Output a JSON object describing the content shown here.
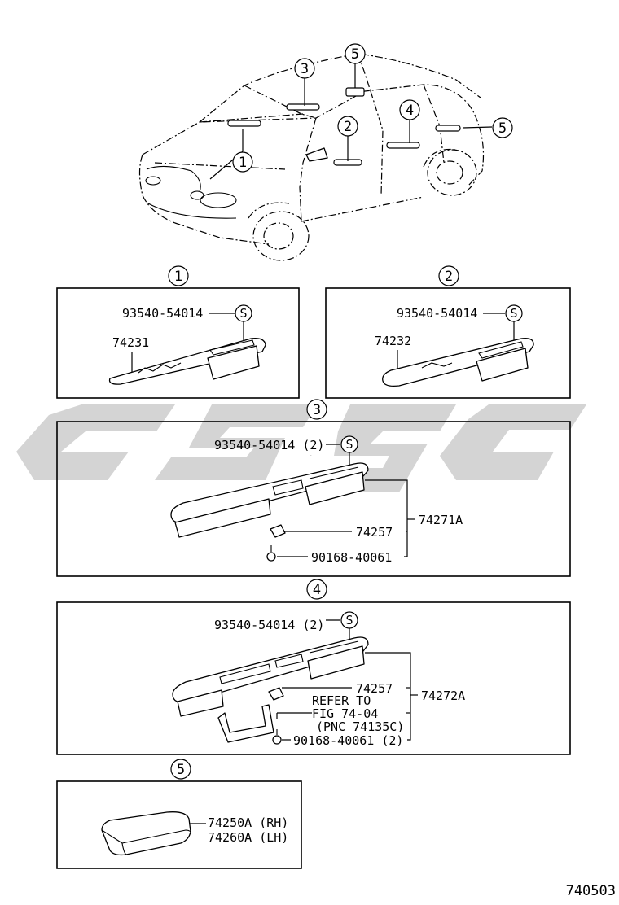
{
  "figure_number": "740503",
  "watermark": "CSPC",
  "car_callouts": [
    "1",
    "2",
    "3",
    "4",
    "5",
    "5"
  ],
  "panels": [
    {
      "id": "1",
      "parts": [
        {
          "part_no": "93540-54014",
          "symbol": "S"
        },
        {
          "part_no": "74231"
        }
      ]
    },
    {
      "id": "2",
      "parts": [
        {
          "part_no": "93540-54014",
          "symbol": "S"
        },
        {
          "part_no": "74232"
        }
      ]
    },
    {
      "id": "3",
      "parts": [
        {
          "part_no": "93540-54014 (2)",
          "symbol": "S"
        },
        {
          "part_no": "74257"
        },
        {
          "part_no": "90168-40061"
        }
      ],
      "assembly": "74271A"
    },
    {
      "id": "4",
      "parts": [
        {
          "part_no": "93540-54014 (2)",
          "symbol": "S"
        },
        {
          "part_no": "74257"
        },
        {
          "part_no": "90168-40061 (2)"
        }
      ],
      "reference": [
        "REFER TO",
        "FIG 74-04",
        "(PNC 74135C)"
      ],
      "assembly": "74272A"
    },
    {
      "id": "5",
      "parts": [
        {
          "part_no": "74250A (RH)"
        },
        {
          "part_no": "74260A (LH)"
        }
      ]
    }
  ]
}
